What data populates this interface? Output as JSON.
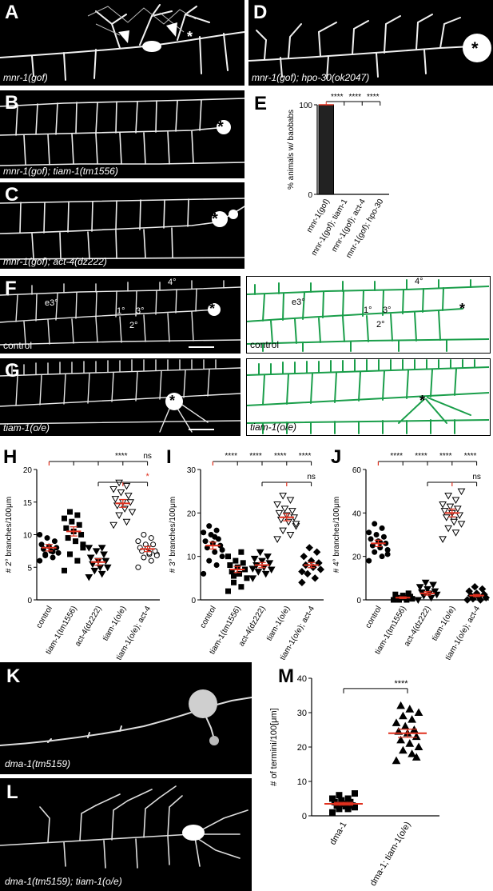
{
  "panels": {
    "A": {
      "label": "A",
      "caption": "mnr-1(gof)"
    },
    "B": {
      "label": "B",
      "caption": "mnr-1(gof); tiam-1(tm1556)"
    },
    "C": {
      "label": "C",
      "caption": "mnr-1(gof); act-4(dz222)"
    },
    "D": {
      "label": "D",
      "caption": "mnr-1(gof); hpo-30(ok2047)"
    },
    "E": {
      "label": "E"
    },
    "F": {
      "label": "F",
      "caption": "control",
      "trace_caption": "control",
      "branch_labels": {
        "e3": "e3°",
        "b1": "1°",
        "b2": "2°",
        "b3": "3°",
        "b4": "4°"
      }
    },
    "G": {
      "label": "G",
      "caption": "tiam-1(o/e)",
      "trace_caption": "tiam-1(o/e)"
    },
    "H": {
      "label": "H"
    },
    "I": {
      "label": "I"
    },
    "J": {
      "label": "J"
    },
    "K": {
      "label": "K",
      "caption": "dma-1(tm5159)"
    },
    "L": {
      "label": "L",
      "caption": "dma-1(tm5159); tiam-1(o/e)"
    },
    "M": {
      "label": "M"
    }
  },
  "soma_marker": "*",
  "colors": {
    "trace_green": "#1a9e4a",
    "mean_red": "#e0301e",
    "bar_fill": "#222222"
  },
  "chart_data": [
    {
      "id": "E",
      "type": "bar",
      "ylabel": "% animals w/ baobabs",
      "ylim": [
        0,
        100
      ],
      "yticks": [
        0,
        100
      ],
      "categories": [
        "mnr-1(gof)",
        "mnr-1(gof); tiam-1",
        "mnr-1(gof); act-4",
        "mnr-1(gof); hpo-30"
      ],
      "values": [
        100,
        0,
        0,
        0
      ],
      "significance": [
        "****",
        "****",
        "****"
      ]
    },
    {
      "id": "H",
      "type": "scatter",
      "ylabel": "# 2° branches/100μm",
      "ylim": [
        0,
        20
      ],
      "yticks": [
        0,
        5,
        10,
        15,
        20
      ],
      "categories": [
        "control",
        "tiam-1(tm1556)",
        "act-4(dz222)",
        "tiam-1(o/e)",
        "tiam-1(o/e); act-4"
      ],
      "means": [
        8,
        10.5,
        5.8,
        14.8,
        7.8
      ],
      "sem": [
        0.5,
        0.7,
        0.5,
        0.6,
        0.4
      ],
      "points": [
        [
          6,
          6.5,
          7,
          7.2,
          7.5,
          7.8,
          8,
          8.2,
          8.5,
          9,
          9.5,
          10,
          7.4,
          6.8
        ],
        [
          4.5,
          6,
          7,
          8,
          9,
          9.5,
          10,
          10.5,
          11,
          11.5,
          12,
          12.5,
          13,
          13.5,
          8.5
        ],
        [
          3.5,
          4,
          4.5,
          5,
          5,
          5.5,
          6,
          6,
          6.5,
          7,
          7.5,
          8,
          8
        ],
        [
          11.5,
          12,
          13,
          13.5,
          14,
          14.5,
          15,
          15,
          15.5,
          16,
          16.5,
          17,
          17.5,
          18
        ],
        [
          5,
          6,
          6.5,
          7,
          7,
          7.5,
          7.5,
          8,
          8,
          8.5,
          8.5,
          9,
          9.5,
          10,
          6.8,
          7.2
        ]
      ],
      "markers": [
        "circle",
        "square",
        "triangle-down",
        "triangle-down-open",
        "circle-open"
      ],
      "significance": [
        "****",
        "ns",
        "*"
      ]
    },
    {
      "id": "I",
      "type": "scatter",
      "ylabel": "# 3° branches/100μm",
      "ylim": [
        0,
        30
      ],
      "yticks": [
        0,
        10,
        20,
        30
      ],
      "categories": [
        "control",
        "tiam-1(tm1556)",
        "act-4(dz222)",
        "tiam-1(o/e)",
        "tiam-1(o/e); act-4"
      ],
      "means": [
        12.5,
        7,
        8,
        19,
        8
      ],
      "sem": [
        0.8,
        0.7,
        0.6,
        0.8,
        0.6
      ],
      "points": [
        [
          6,
          8,
          9,
          10,
          11,
          12,
          12.5,
          13,
          13.5,
          14,
          15,
          15.5,
          16,
          17,
          11.5,
          14.5
        ],
        [
          2,
          3,
          4,
          5,
          6,
          6.5,
          7,
          7.5,
          8,
          8.5,
          9,
          10,
          11,
          5.5
        ],
        [
          5,
          6,
          6.5,
          7,
          7.5,
          8,
          8.5,
          9,
          9.5,
          10,
          11,
          7.2
        ],
        [
          14,
          15,
          16,
          17,
          18,
          18.5,
          19,
          19.5,
          20,
          20.5,
          21,
          22,
          23,
          24,
          17.5
        ],
        [
          4,
          5,
          6,
          7,
          7.5,
          8,
          8.5,
          9,
          10,
          11,
          12,
          6.5
        ]
      ],
      "markers": [
        "circle",
        "square",
        "triangle-down",
        "triangle-down-open",
        "diamond"
      ],
      "significance": [
        "****",
        "****",
        "****",
        "****",
        "ns"
      ]
    },
    {
      "id": "J",
      "type": "scatter",
      "ylabel": "# 4° branches/100μm",
      "ylim": [
        0,
        60
      ],
      "yticks": [
        0,
        20,
        40,
        60
      ],
      "categories": [
        "control",
        "tiam-1(tm1556)",
        "act-4(dz222)",
        "tiam-1(o/e)",
        "tiam-1(o/e); act-4"
      ],
      "means": [
        26,
        1,
        3,
        40,
        2
      ],
      "sem": [
        1.5,
        0.4,
        0.8,
        1.8,
        0.5
      ],
      "points": [
        [
          18,
          20,
          22,
          23,
          24,
          25,
          26,
          27,
          28,
          29,
          30,
          31,
          33,
          35,
          21,
          26.5
        ],
        [
          0,
          0,
          0,
          0.5,
          1,
          1,
          1.5,
          2,
          2.5,
          3
        ],
        [
          0,
          1,
          2,
          2.5,
          3,
          3.5,
          4,
          5,
          6,
          7,
          8
        ],
        [
          28,
          31,
          33,
          35,
          37,
          38,
          39,
          40,
          41,
          42,
          43,
          44,
          46,
          48,
          50,
          36
        ],
        [
          0,
          0,
          0.5,
          1,
          1.5,
          2,
          2.5,
          3,
          4,
          5,
          6
        ]
      ],
      "markers": [
        "circle",
        "square",
        "triangle-down",
        "triangle-down-open",
        "diamond"
      ],
      "significance": [
        "****",
        "****",
        "****",
        "****",
        "ns"
      ]
    },
    {
      "id": "M",
      "type": "scatter",
      "ylabel": "# of termini/100[μm]",
      "ylim": [
        0,
        40
      ],
      "yticks": [
        0,
        10,
        20,
        30,
        40
      ],
      "categories": [
        "dma-1",
        "dma-1; tiam-1(o/e)"
      ],
      "means": [
        3.5,
        24
      ],
      "sem": [
        0.4,
        1.2
      ],
      "points": [
        [
          1,
          2,
          2,
          2.5,
          3,
          3,
          3,
          3.5,
          4,
          4,
          4.5,
          5,
          5,
          6,
          6.5,
          2.8
        ],
        [
          16,
          18,
          19,
          20,
          21,
          22,
          23,
          24,
          24.5,
          25,
          26,
          27,
          28,
          29,
          30,
          31,
          32,
          17
        ]
      ],
      "markers": [
        "square",
        "triangle-up"
      ],
      "significance": [
        "****"
      ]
    }
  ]
}
